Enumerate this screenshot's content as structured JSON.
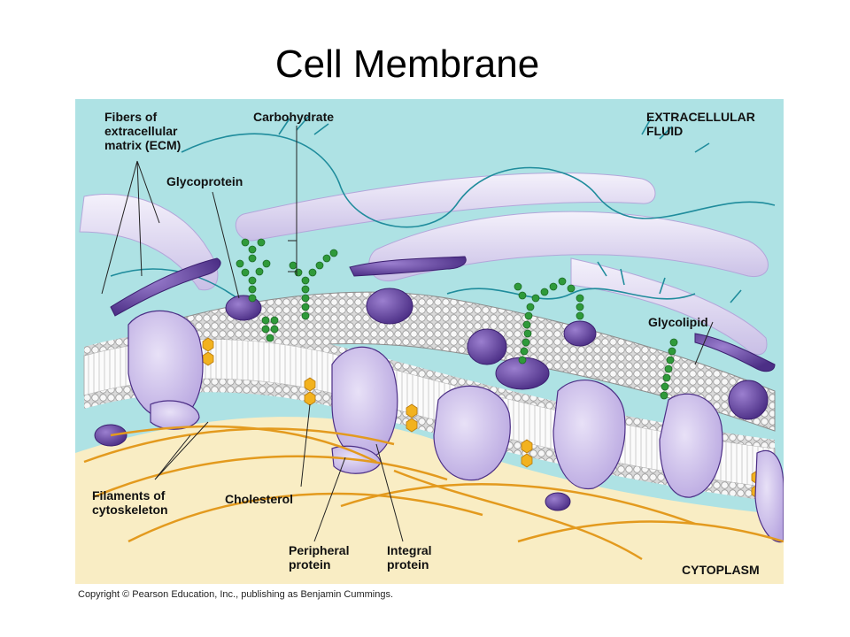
{
  "title": "Cell Membrane",
  "labels": {
    "fibers_ecm": "Fibers of\nextracellular\nmatrix (ECM)",
    "carbohydrate": "Carbohydrate",
    "extracellular_fluid": "EXTRACELLULAR\nFLUID",
    "glycoprotein": "Glycoprotein",
    "glycolipid": "Glycolipid",
    "filaments_cytoskeleton": "Filaments of\ncytoskeleton",
    "cholesterol": "Cholesterol",
    "peripheral_protein": "Peripheral\nprotein",
    "integral_protein": "Integral\nprotein",
    "cytoplasm": "CYTOPLASM"
  },
  "copyright": "Copyright © Pearson Education, Inc., publishing as Benjamin Cummings.",
  "colors": {
    "extracellular": "#aee2e4",
    "cytoplasm": "#f9edc4",
    "protein_light": "#d8cdef",
    "protein_dark": "#6b4a9e",
    "glyco_chain": "#2f9a3a",
    "cholesterol": "#f2b21f",
    "fiber": "#e6e0f3",
    "cytoskeleton": "#e39a1e",
    "bilayer_head": "#f4f4f4"
  }
}
